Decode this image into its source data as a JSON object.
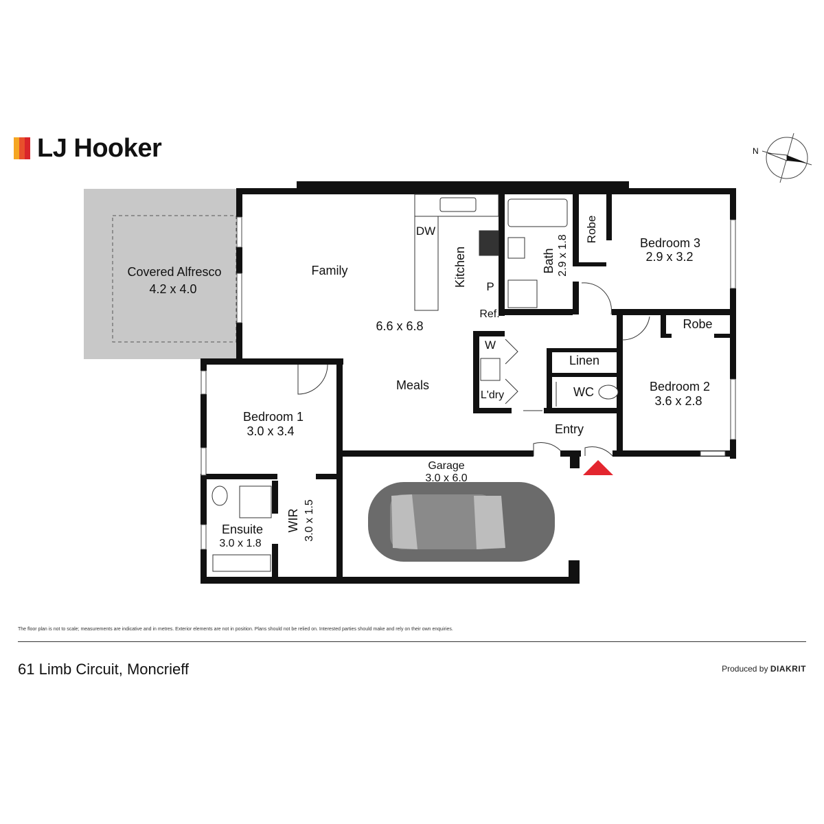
{
  "brand": {
    "name": "LJ Hooker",
    "bar_colors": [
      "#f5a623",
      "#e8502b",
      "#d9252a"
    ]
  },
  "compass": {
    "label": "N"
  },
  "rooms": {
    "covered_alfresco": {
      "name": "Covered Alfresco",
      "size": "4.2 x 4.0"
    },
    "family": {
      "name": "Family"
    },
    "living_size": "6.6 x 6.8",
    "meals": {
      "name": "Meals"
    },
    "kitchen": {
      "name": "Kitchen"
    },
    "dw": "DW",
    "pantry": "P",
    "fridge": "Ref.",
    "bath": {
      "name": "Bath",
      "size": "2.9 x 1.8"
    },
    "bedroom3": {
      "name": "Bedroom 3",
      "size": "2.9 x 3.2"
    },
    "robe3": "Robe",
    "robe2": "Robe",
    "linen": "Linen",
    "washer": "W",
    "laundry": "L'dry",
    "wc": "WC",
    "bedroom2": {
      "name": "Bedroom 2",
      "size": "3.6 x 2.8"
    },
    "entry": "Entry",
    "bedroom1": {
      "name": "Bedroom 1",
      "size": "3.0 x 3.4"
    },
    "garage": {
      "name": "Garage",
      "size": "3.0 x 6.0"
    },
    "ensuite": {
      "name": "Ensuite",
      "size": "3.0 x 1.8"
    },
    "wir": {
      "name": "WIR",
      "size": "3.0 x 1.5"
    }
  },
  "colors": {
    "wall": "#111111",
    "alfresco": "#c8c8c8",
    "entry_marker": "#e3262f",
    "car": "#6b6b6b"
  },
  "footer": {
    "disclaimer": "The floor plan is not to scale; measurements are indicative and in metres. Exterior elements are not in position. Plans should not be relied on. Interested parties should make and rely on their own enquiries.",
    "address": "61 Limb Circuit, Moncrieff",
    "produced_by_prefix": "Produced by",
    "produced_by_name": "DIAKRIT"
  }
}
